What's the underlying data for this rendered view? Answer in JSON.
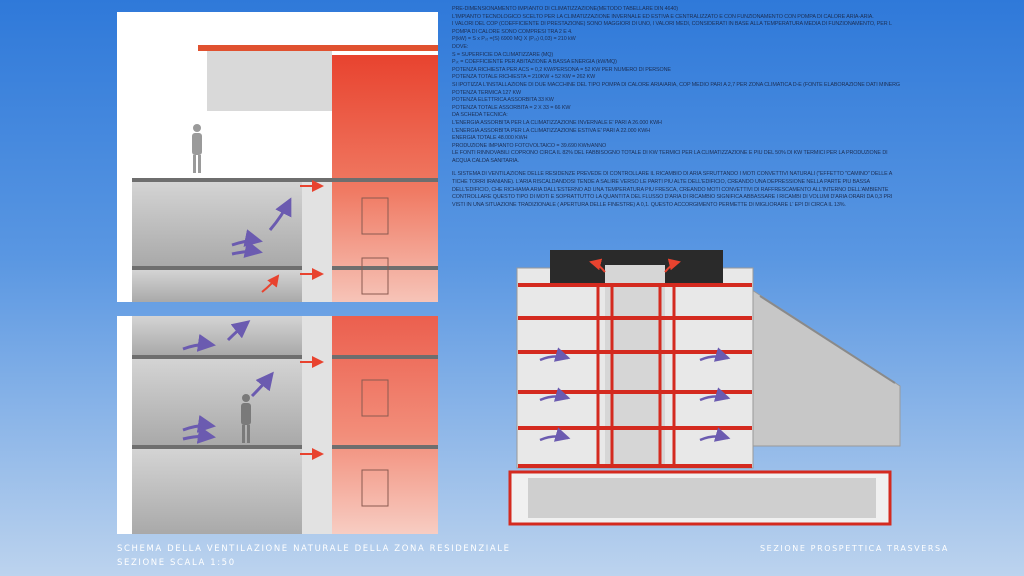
{
  "spec_text": [
    "PRE-DIMENSIONAMENTO IMPIANTO DI CLIMATIZZAZIONE(METODO TABELLARE DIN 4640)",
    "L'IMPIANTO TECNOLOGICO SCELTO PER LA CLIMATIZZAZIONE INVERNALE ED ESTIVA È CENTRALIZZATO E CON FUNZIONAMENTO CON  POMPA DI CALORE ARIA-ARIA.",
    "I VALORI DEL COP (COEFFICIENTE DI PRESTAZIONE) SONO MAGGIORI DI UNO, I VALORI MEDI, CONSIDERATI IN BASE ALLA TEMPERATURA MEDIA DI FUNZIONAMENTO, PER L",
    "POMPA DI CALORE SONO COMPRESI TRA 2 E 4.",
    "P(kW) = S x Pₛₜ =(S) 6900 MQ X (Pₛₜ) 0,03) = 210 kW",
    "DOVE:",
    " S = SUPERFICIE DA CLIMATIZZARE   (MQ)",
    " Pₛₜ = COEFFICIENTE PER ABITAZIONE A BASSA ENERGIA  (kW/MQ)",
    "POTENZA RICHIESTA PER ACS = 0,2 KW/PERSONA = 52 KW PER NUMERO DI PERSONE",
    "POTENZA TOTALE RICHIESTA = 210KW + 52 KW = 262 KW",
    "SI  IPOTIZZA L'INSTALLAZIONE DI DUE MACCHINE DEL TIPO POMPA DI CALORE ARIA/ARIA, COP MEDIO PARI A 2,7 PER ZONA CLIMATICA D-E (FONTE ELABORAZIONE DATI MINERG",
    "POTENZA TERMICA 127 KW",
    "POTENZA ELETTRICA ASSORBITA 33 KW",
    "POTENZA TOTALE ASSORBITA = 2 X 33 = 66 KW",
    "DA SCHEDA TECNICA:",
    "L'ENERGIA ASSORBITA PER LA CLIMATIZZAZIONE INVERNALE E' PARI A 26.000 KWH",
    "L'ENERGIA ASSORBITA PER LA CLIMATIZZAZIONE ESTIVA E' PARI A 22.000 KWH",
    "ENERGIA TOTALE 48.000 KWH",
    "PRODUZIONE IMPIANTO FOTOVOLTAICO = 39.690 KWh/ANNO",
    "LE FONTI RINNOVABILI COPRONO CIRCA IL 82% DEL FABBISOGNO TOTALE DI KW TERMICI PER LA CLIMATIZZAZIONE E PIÙ DEL  50% DI KW TERMICI PER LA PRODUZIONE DI",
    "ACQUA CALDA SANITARIA.",
    "",
    "IL SISTEMA DI  VENTILAZIONE DELLE RESIDENZE PREVEDE DI CONTROLLARE IL RICAMBIO DI ARIA SFRUTTANDO I MOTI CONVETTIVI NATURALI (\"EFFETTO \"CAMINO\" DELLE A",
    "TICHE TORRI IRANIANE). L'ARIA RISCALDANDOSI TENDE A SALIRE VERSO LE PARTI PIÙ ALTE DELL'EDIFICIO, CREANDO UNA DEPRESSIONE NELLA PARTE PIÙ BASSA",
    "DELL'EDIFICIO, CHE RICHIAMA ARIA DALL'ESTERNO AD UNA TEMPERATURA PIÙ FRESCA, CREANDO MOTI CONVETTIVI DI RAFFRESCAMENTO ALL'INTERNO DELL'AMBIENTE",
    "CONTROLLARE QUESTO TIPO DI MOTI E SOPRATTUTTO LA QUANTITÀ DEL FLUSSO D'ARIA DI  RICAMBIO SIGNIFICA ABBASSARE I RICAMBI DI VOLUMI D'ARIA ORARI DA 0,3 PRI",
    "VISTI IN UNA SITUAZIONE TRADIZIONALE ( APERTURA DELLE FINESTRE) A 0,1. QUESTO ACCORGIMENTO PERMETTE DI MIGLIORARE L' EPI DI CIRCA IL 13%."
  ],
  "captions": {
    "left_line1": "SCHEMA DELLA VENTILAZIONE NATURALE DELLA ZONA RESIDENZIALE",
    "left_line2": "SEZIONE SCALA 1:50",
    "right": "SEZIONE PROSPETTICA TRASVERSA"
  },
  "colors": {
    "background_top": "#2f79d9",
    "background_bottom": "#bcd3ee",
    "heat_red": "#e8432f",
    "cool_arrow_purple": "#6b5bb0",
    "structure_grey": "#b9b9b9",
    "caption_text": "#ffffff",
    "body_text": "#1c2f55"
  }
}
